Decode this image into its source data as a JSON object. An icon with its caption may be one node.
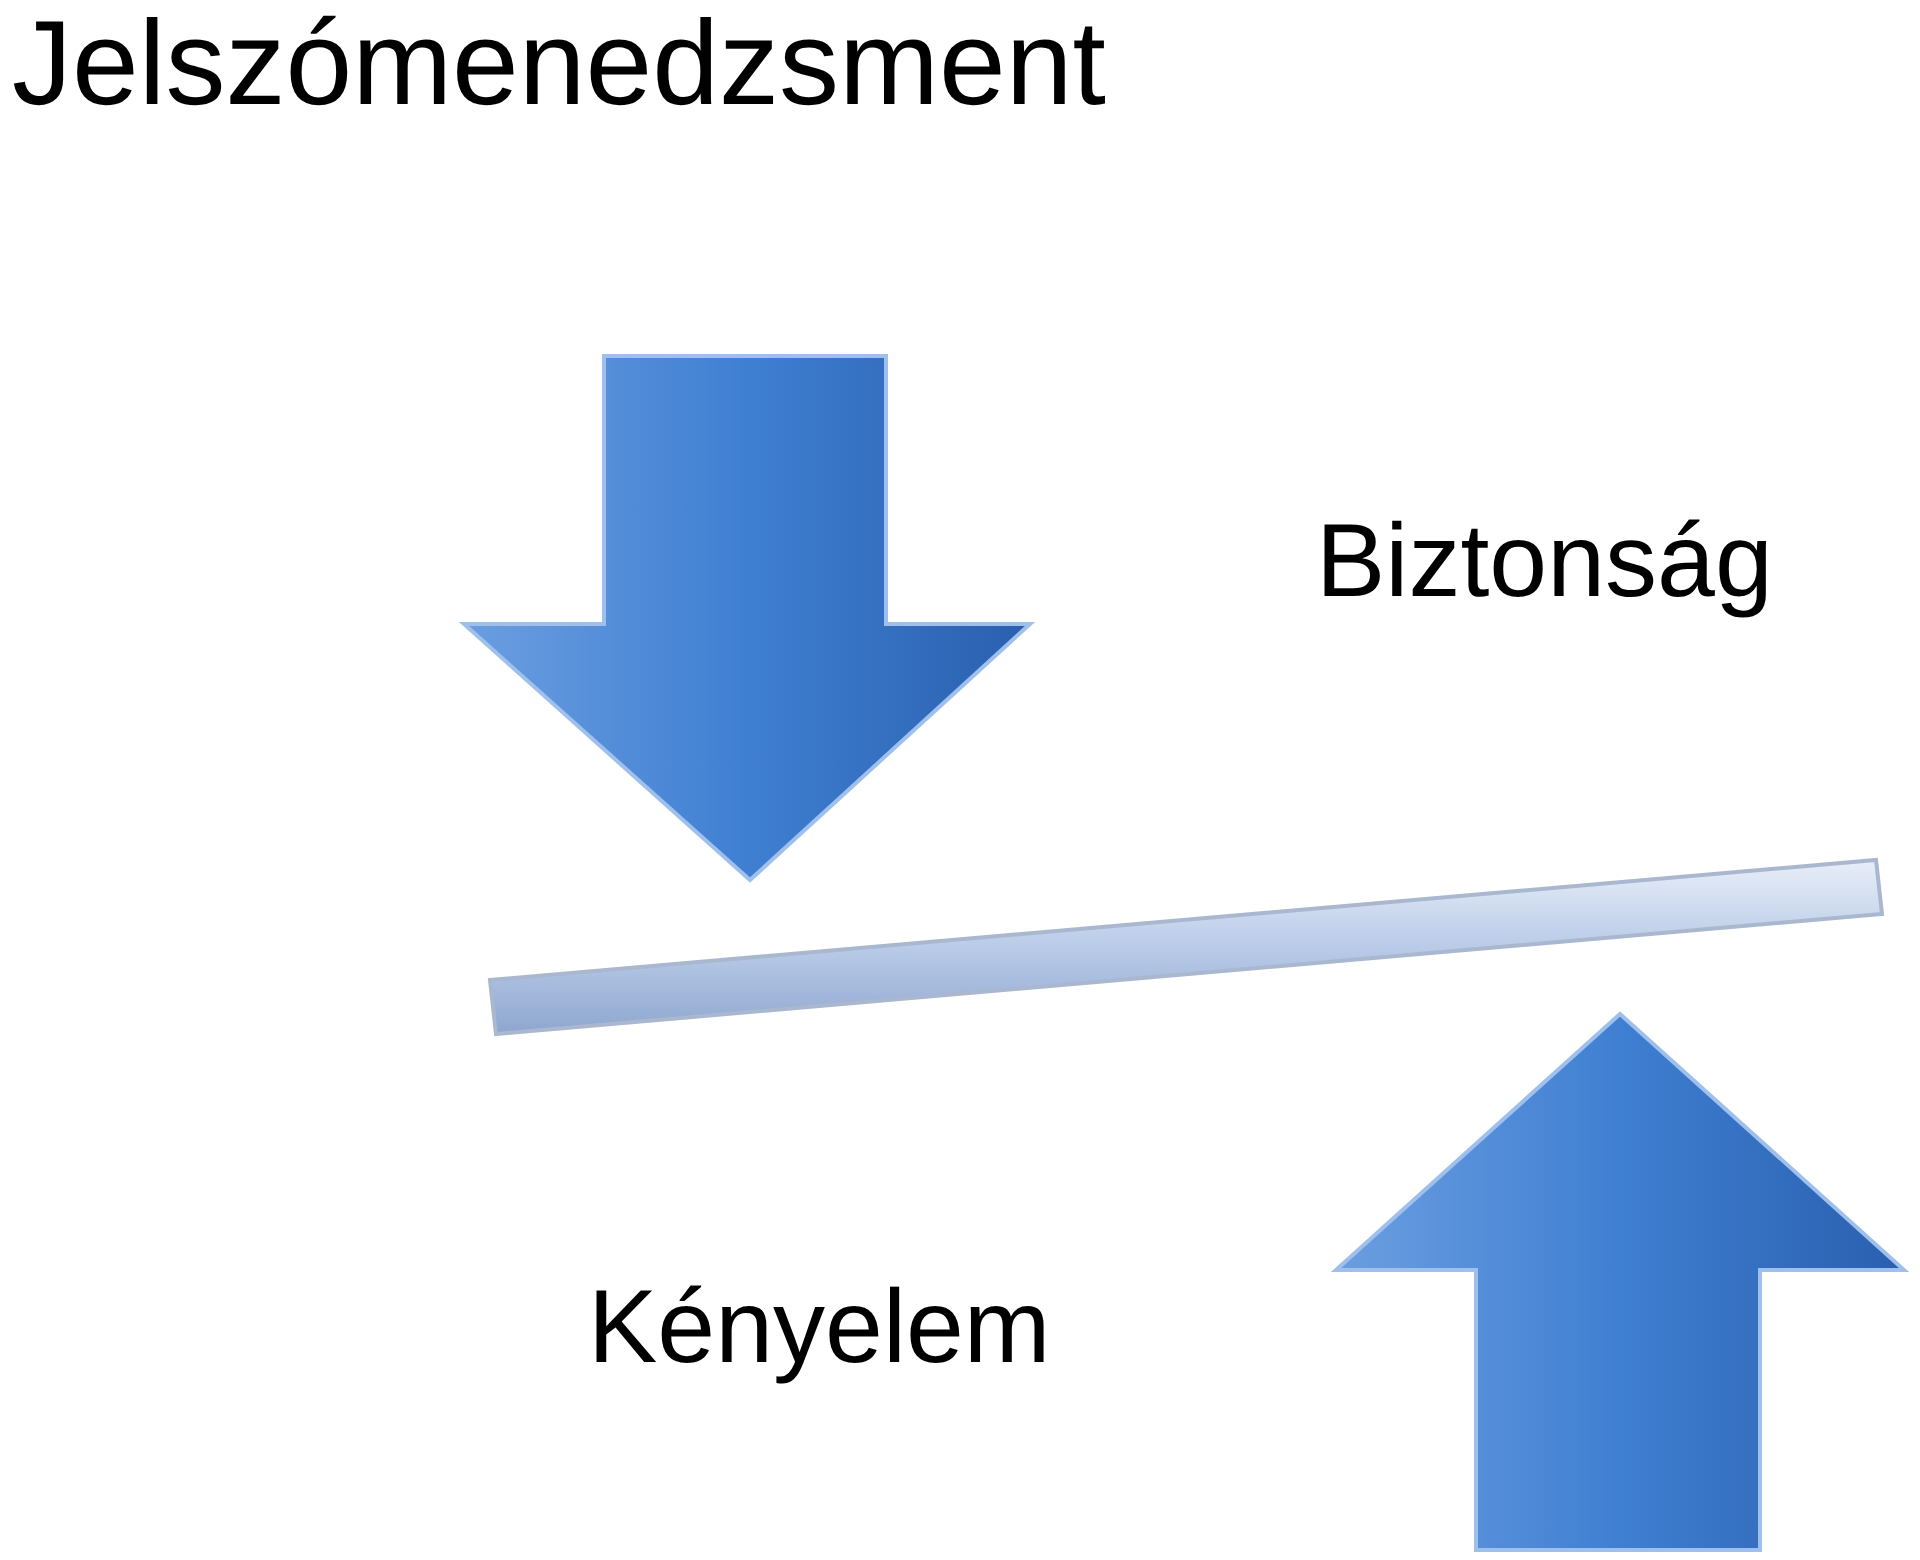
{
  "diagram": {
    "title": "Jelszómenedzsment",
    "labels": [
      "Biztonság",
      "Kényelem"
    ]
  }
}
